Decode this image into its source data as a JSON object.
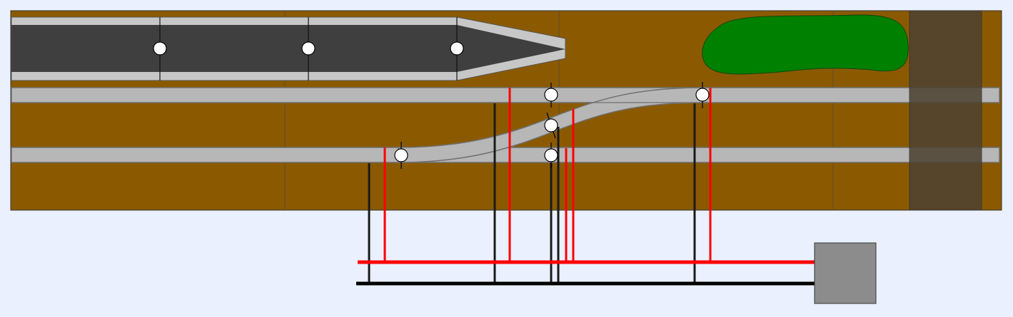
{
  "colors": {
    "page_background": "#eaf0fe",
    "baseboard": "#8b5a00",
    "baseboard_seam": "#5f4a2e",
    "platform_surface": "#3f3f3f",
    "platform_edge": "#c7c7c7",
    "track_bed": "#b7b7b7",
    "track_outline": "#707070",
    "bush": "#008000",
    "tunnel": "#4f4332",
    "feeder_positive": "#ff0000",
    "feeder_negative": "#1a1a1a",
    "bus_positive": "#ff0000",
    "bus_negative": "#000000",
    "controller_box": "#8c8c8c",
    "isolator_marker": "#ffffff"
  },
  "icons": {
    "isolator": "circle-marker",
    "turnout": "switch-marker"
  },
  "layout": {
    "baseboard_sections": 4,
    "platform_segments": 3,
    "tracks": [
      "upper-through-track",
      "lower-through-track",
      "crossover-curve"
    ],
    "scenery": [
      "platform",
      "bush",
      "tunnel-portal"
    ],
    "power_buses": [
      "positive-bus",
      "negative-bus"
    ],
    "controller": "controller-box"
  }
}
